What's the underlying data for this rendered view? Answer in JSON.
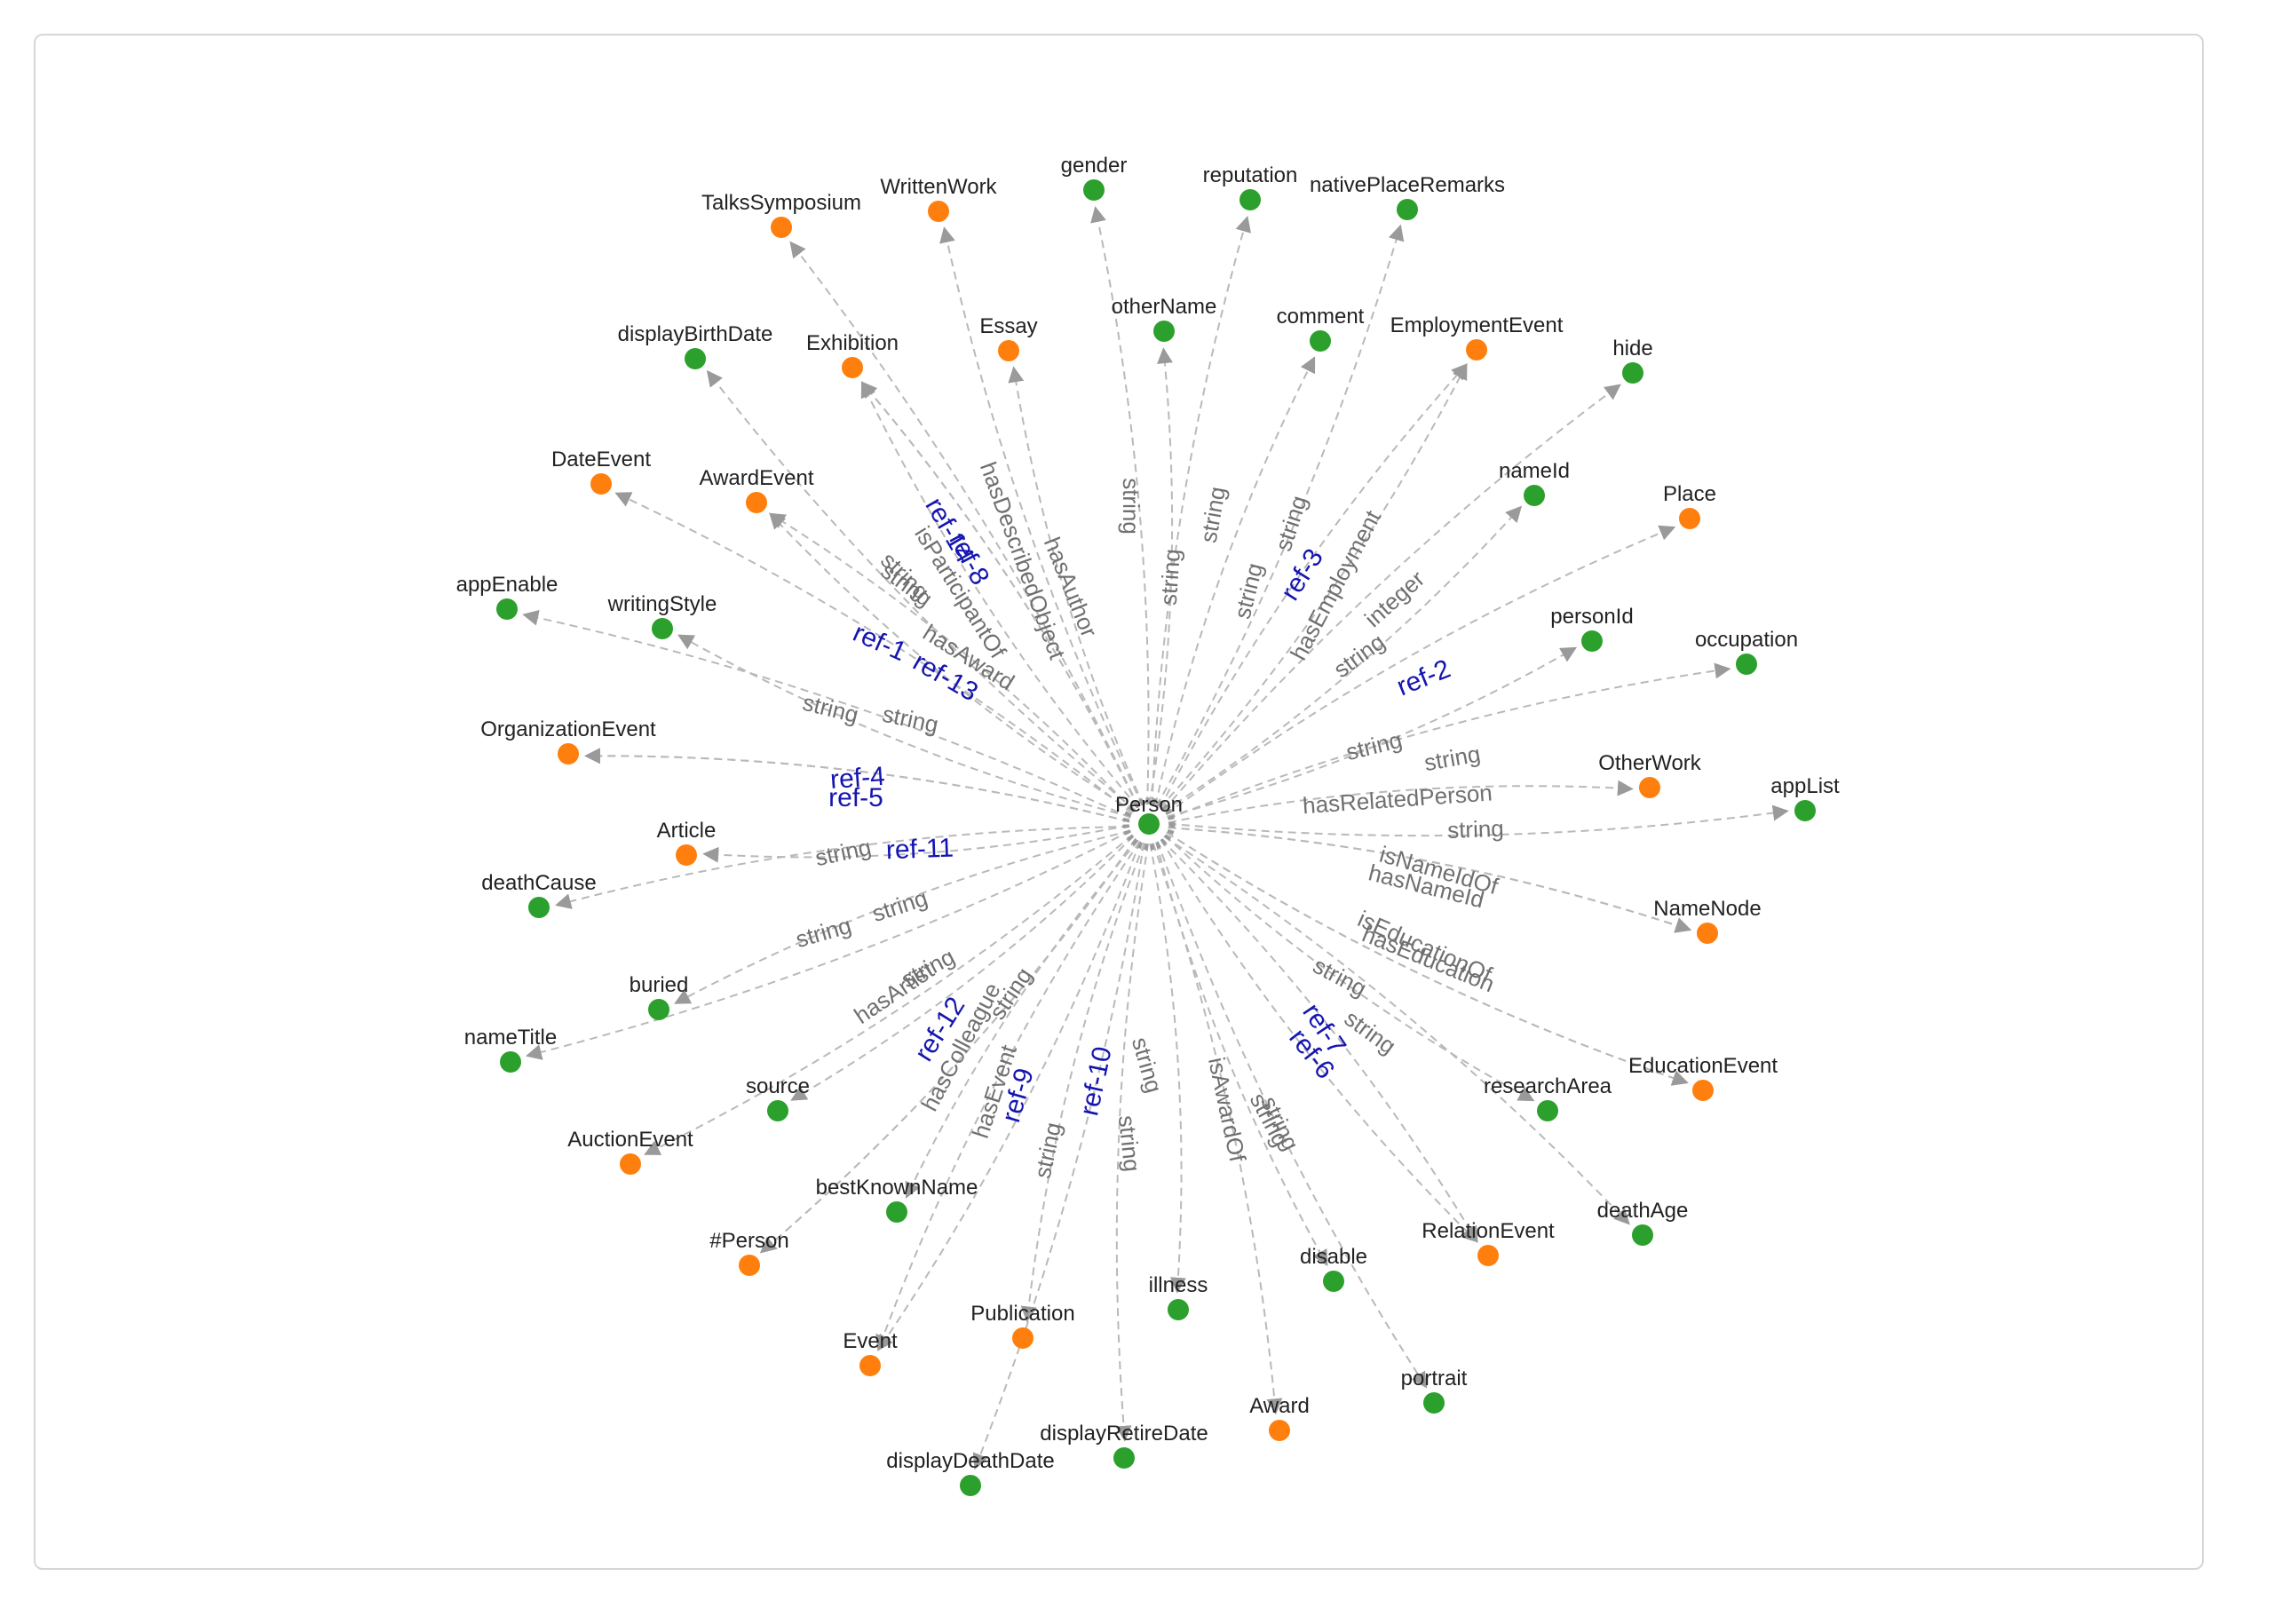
{
  "colors": {
    "class_node": "#ff7f0e",
    "literal_node": "#2ca02c",
    "edge": "#b9b9b9",
    "arrow": "#9a9a9a",
    "edge_label": "#707070",
    "ref_label": "#1515b0"
  },
  "center": {
    "id": "Person",
    "label": "Person",
    "kind": "literal"
  },
  "nodes": [
    {
      "id": "TalksSymposium",
      "label": "TalksSymposium",
      "kind": "class"
    },
    {
      "id": "WrittenWork",
      "label": "WrittenWork",
      "kind": "class"
    },
    {
      "id": "gender",
      "label": "gender",
      "kind": "literal"
    },
    {
      "id": "reputation",
      "label": "reputation",
      "kind": "literal"
    },
    {
      "id": "nativePlaceRemarks",
      "label": "nativePlaceRemarks",
      "kind": "literal"
    },
    {
      "id": "displayBirthDate",
      "label": "displayBirthDate",
      "kind": "literal"
    },
    {
      "id": "Exhibition",
      "label": "Exhibition",
      "kind": "class"
    },
    {
      "id": "Essay",
      "label": "Essay",
      "kind": "class"
    },
    {
      "id": "otherName",
      "label": "otherName",
      "kind": "literal"
    },
    {
      "id": "comment",
      "label": "comment",
      "kind": "literal"
    },
    {
      "id": "EmploymentEvent",
      "label": "EmploymentEvent",
      "kind": "class"
    },
    {
      "id": "hide",
      "label": "hide",
      "kind": "literal"
    },
    {
      "id": "DateEvent",
      "label": "DateEvent",
      "kind": "class"
    },
    {
      "id": "AwardEvent",
      "label": "AwardEvent",
      "kind": "class"
    },
    {
      "id": "nameId",
      "label": "nameId",
      "kind": "literal"
    },
    {
      "id": "Place",
      "label": "Place",
      "kind": "class"
    },
    {
      "id": "appEnable",
      "label": "appEnable",
      "kind": "literal"
    },
    {
      "id": "writingStyle",
      "label": "writingStyle",
      "kind": "literal"
    },
    {
      "id": "personId",
      "label": "personId",
      "kind": "literal"
    },
    {
      "id": "occupation",
      "label": "occupation",
      "kind": "literal"
    },
    {
      "id": "OrganizationEvent",
      "label": "OrganizationEvent",
      "kind": "class"
    },
    {
      "id": "OtherWork",
      "label": "OtherWork",
      "kind": "class"
    },
    {
      "id": "appList",
      "label": "appList",
      "kind": "literal"
    },
    {
      "id": "Article",
      "label": "Article",
      "kind": "class"
    },
    {
      "id": "deathCause",
      "label": "deathCause",
      "kind": "literal"
    },
    {
      "id": "NameNode",
      "label": "NameNode",
      "kind": "class"
    },
    {
      "id": "buried",
      "label": "buried",
      "kind": "literal"
    },
    {
      "id": "nameTitle",
      "label": "nameTitle",
      "kind": "literal"
    },
    {
      "id": "EducationEvent",
      "label": "EducationEvent",
      "kind": "class"
    },
    {
      "id": "source",
      "label": "source",
      "kind": "literal"
    },
    {
      "id": "researchArea",
      "label": "researchArea",
      "kind": "literal"
    },
    {
      "id": "AuctionEvent",
      "label": "AuctionEvent",
      "kind": "class"
    },
    {
      "id": "bestKnownName",
      "label": "bestKnownName",
      "kind": "literal"
    },
    {
      "id": "deathAge",
      "label": "deathAge",
      "kind": "literal"
    },
    {
      "id": "RelationEvent",
      "label": "RelationEvent",
      "kind": "class"
    },
    {
      "id": "#Person",
      "label": "#Person",
      "kind": "class"
    },
    {
      "id": "disable",
      "label": "disable",
      "kind": "literal"
    },
    {
      "id": "illness",
      "label": "illness",
      "kind": "literal"
    },
    {
      "id": "Publication",
      "label": "Publication",
      "kind": "class"
    },
    {
      "id": "Event",
      "label": "Event",
      "kind": "class"
    },
    {
      "id": "portrait",
      "label": "portrait",
      "kind": "literal"
    },
    {
      "id": "Award",
      "label": "Award",
      "kind": "class"
    },
    {
      "id": "displayRetireDate",
      "label": "displayRetireDate",
      "kind": "literal"
    },
    {
      "id": "displayDeathDate",
      "label": "displayDeathDate",
      "kind": "literal"
    }
  ],
  "edges": [
    {
      "target": "TalksSymposium",
      "label": "ref-14",
      "ref": true
    },
    {
      "target": "WrittenWork",
      "label": "hasDescribedObject",
      "ref": false
    },
    {
      "target": "gender",
      "label": "string",
      "ref": false
    },
    {
      "target": "reputation",
      "label": "string",
      "ref": false
    },
    {
      "target": "nativePlaceRemarks",
      "label": "string",
      "ref": false
    },
    {
      "target": "displayBirthDate",
      "label": "string",
      "ref": false
    },
    {
      "target": "Exhibition",
      "label": "isParticipantOf",
      "ref": false
    },
    {
      "target": "Essay",
      "label": "hasAuthor",
      "ref": false
    },
    {
      "target": "otherName",
      "label": "string",
      "ref": false
    },
    {
      "target": "comment",
      "label": "string",
      "ref": false
    },
    {
      "target": "EmploymentEvent",
      "label": "hasEmployment",
      "ref": false
    },
    {
      "target": "hide",
      "label": "integer",
      "ref": false
    },
    {
      "target": "DateEvent",
      "label": "ref-1",
      "ref": true
    },
    {
      "target": "AwardEvent",
      "label": "hasAward",
      "ref": false
    },
    {
      "target": "nameId",
      "label": "string",
      "ref": false
    },
    {
      "target": "Place",
      "label": "ref-2",
      "ref": true
    },
    {
      "target": "appEnable",
      "label": "string",
      "ref": false
    },
    {
      "target": "writingStyle",
      "label": "string",
      "ref": false
    },
    {
      "target": "personId",
      "label": "string",
      "ref": false
    },
    {
      "target": "occupation",
      "label": "string",
      "ref": false
    },
    {
      "target": "OrganizationEvent",
      "label": "ref-4",
      "ref": true
    },
    {
      "target": "OtherWork",
      "label": "hasRelatedPerson",
      "ref": false
    },
    {
      "target": "appList",
      "label": "string",
      "ref": false
    },
    {
      "target": "Article",
      "label": "ref-11",
      "ref": true
    },
    {
      "target": "deathCause",
      "label": "string",
      "ref": false
    },
    {
      "target": "NameNode",
      "label": "hasNameId",
      "ref": false
    },
    {
      "target": "buried",
      "label": "string",
      "ref": false
    },
    {
      "target": "nameTitle",
      "label": "string",
      "ref": false
    },
    {
      "target": "EducationEvent",
      "label": "hasEducation",
      "ref": false
    },
    {
      "target": "source",
      "label": "string",
      "ref": false
    },
    {
      "target": "researchArea",
      "label": "string",
      "ref": false
    },
    {
      "target": "AuctionEvent",
      "label": "hasArtist",
      "ref": false
    },
    {
      "target": "bestKnownName",
      "label": "string",
      "ref": false
    },
    {
      "target": "deathAge",
      "label": "string",
      "ref": false
    },
    {
      "target": "RelationEvent",
      "label": "ref-7",
      "ref": true
    },
    {
      "target": "#Person",
      "label": "hasColleague",
      "ref": false
    },
    {
      "target": "disable",
      "label": "string",
      "ref": false
    },
    {
      "target": "illness",
      "label": "string",
      "ref": false
    },
    {
      "target": "Publication",
      "label": "ref-10",
      "ref": true
    },
    {
      "target": "Event",
      "label": "hasEvent",
      "ref": false
    },
    {
      "target": "portrait",
      "label": "string",
      "ref": false
    },
    {
      "target": "Award",
      "label": "isAwardOf",
      "ref": false
    },
    {
      "target": "displayRetireDate",
      "label": "string",
      "ref": false
    },
    {
      "target": "displayDeathDate",
      "label": "string",
      "ref": false
    },
    {
      "target": "Exhibition",
      "label": "ref-8",
      "ref": true
    },
    {
      "target": "Exhibition",
      "label": "string",
      "ref": false
    },
    {
      "target": "AwardEvent",
      "label": "ref-13",
      "ref": true
    },
    {
      "target": "EmploymentEvent",
      "label": "ref-3",
      "ref": true
    },
    {
      "target": "OrganizationEvent",
      "label": "ref-5",
      "ref": true
    },
    {
      "target": "NameNode",
      "label": "isNameIdOf",
      "ref": false
    },
    {
      "target": "EducationEvent",
      "label": "isEducationOf",
      "ref": false
    },
    {
      "target": "RelationEvent",
      "label": "ref-6",
      "ref": true
    },
    {
      "target": "Event",
      "label": "ref-9",
      "ref": true
    },
    {
      "target": "#Person",
      "label": "ref-12",
      "ref": true
    }
  ]
}
